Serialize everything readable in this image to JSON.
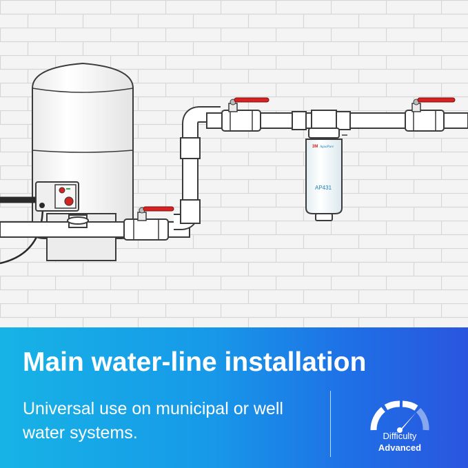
{
  "illustration": {
    "filter_brand": "3M",
    "filter_product_line": "AquaPure",
    "filter_model": "AP431"
  },
  "banner": {
    "headline": "Main water-line installation",
    "subtext": "Universal use on municipal or well water systems.",
    "difficulty_label": "Difficulty",
    "difficulty_value": "Advanced",
    "difficulty_icon": "gauge-icon"
  },
  "colors": {
    "banner_start": "#17b3e6",
    "banner_end": "#2a56df",
    "valve_handle": "#d72222",
    "brick_wall": "#f4f4f4",
    "pipe": "#ffffff"
  }
}
